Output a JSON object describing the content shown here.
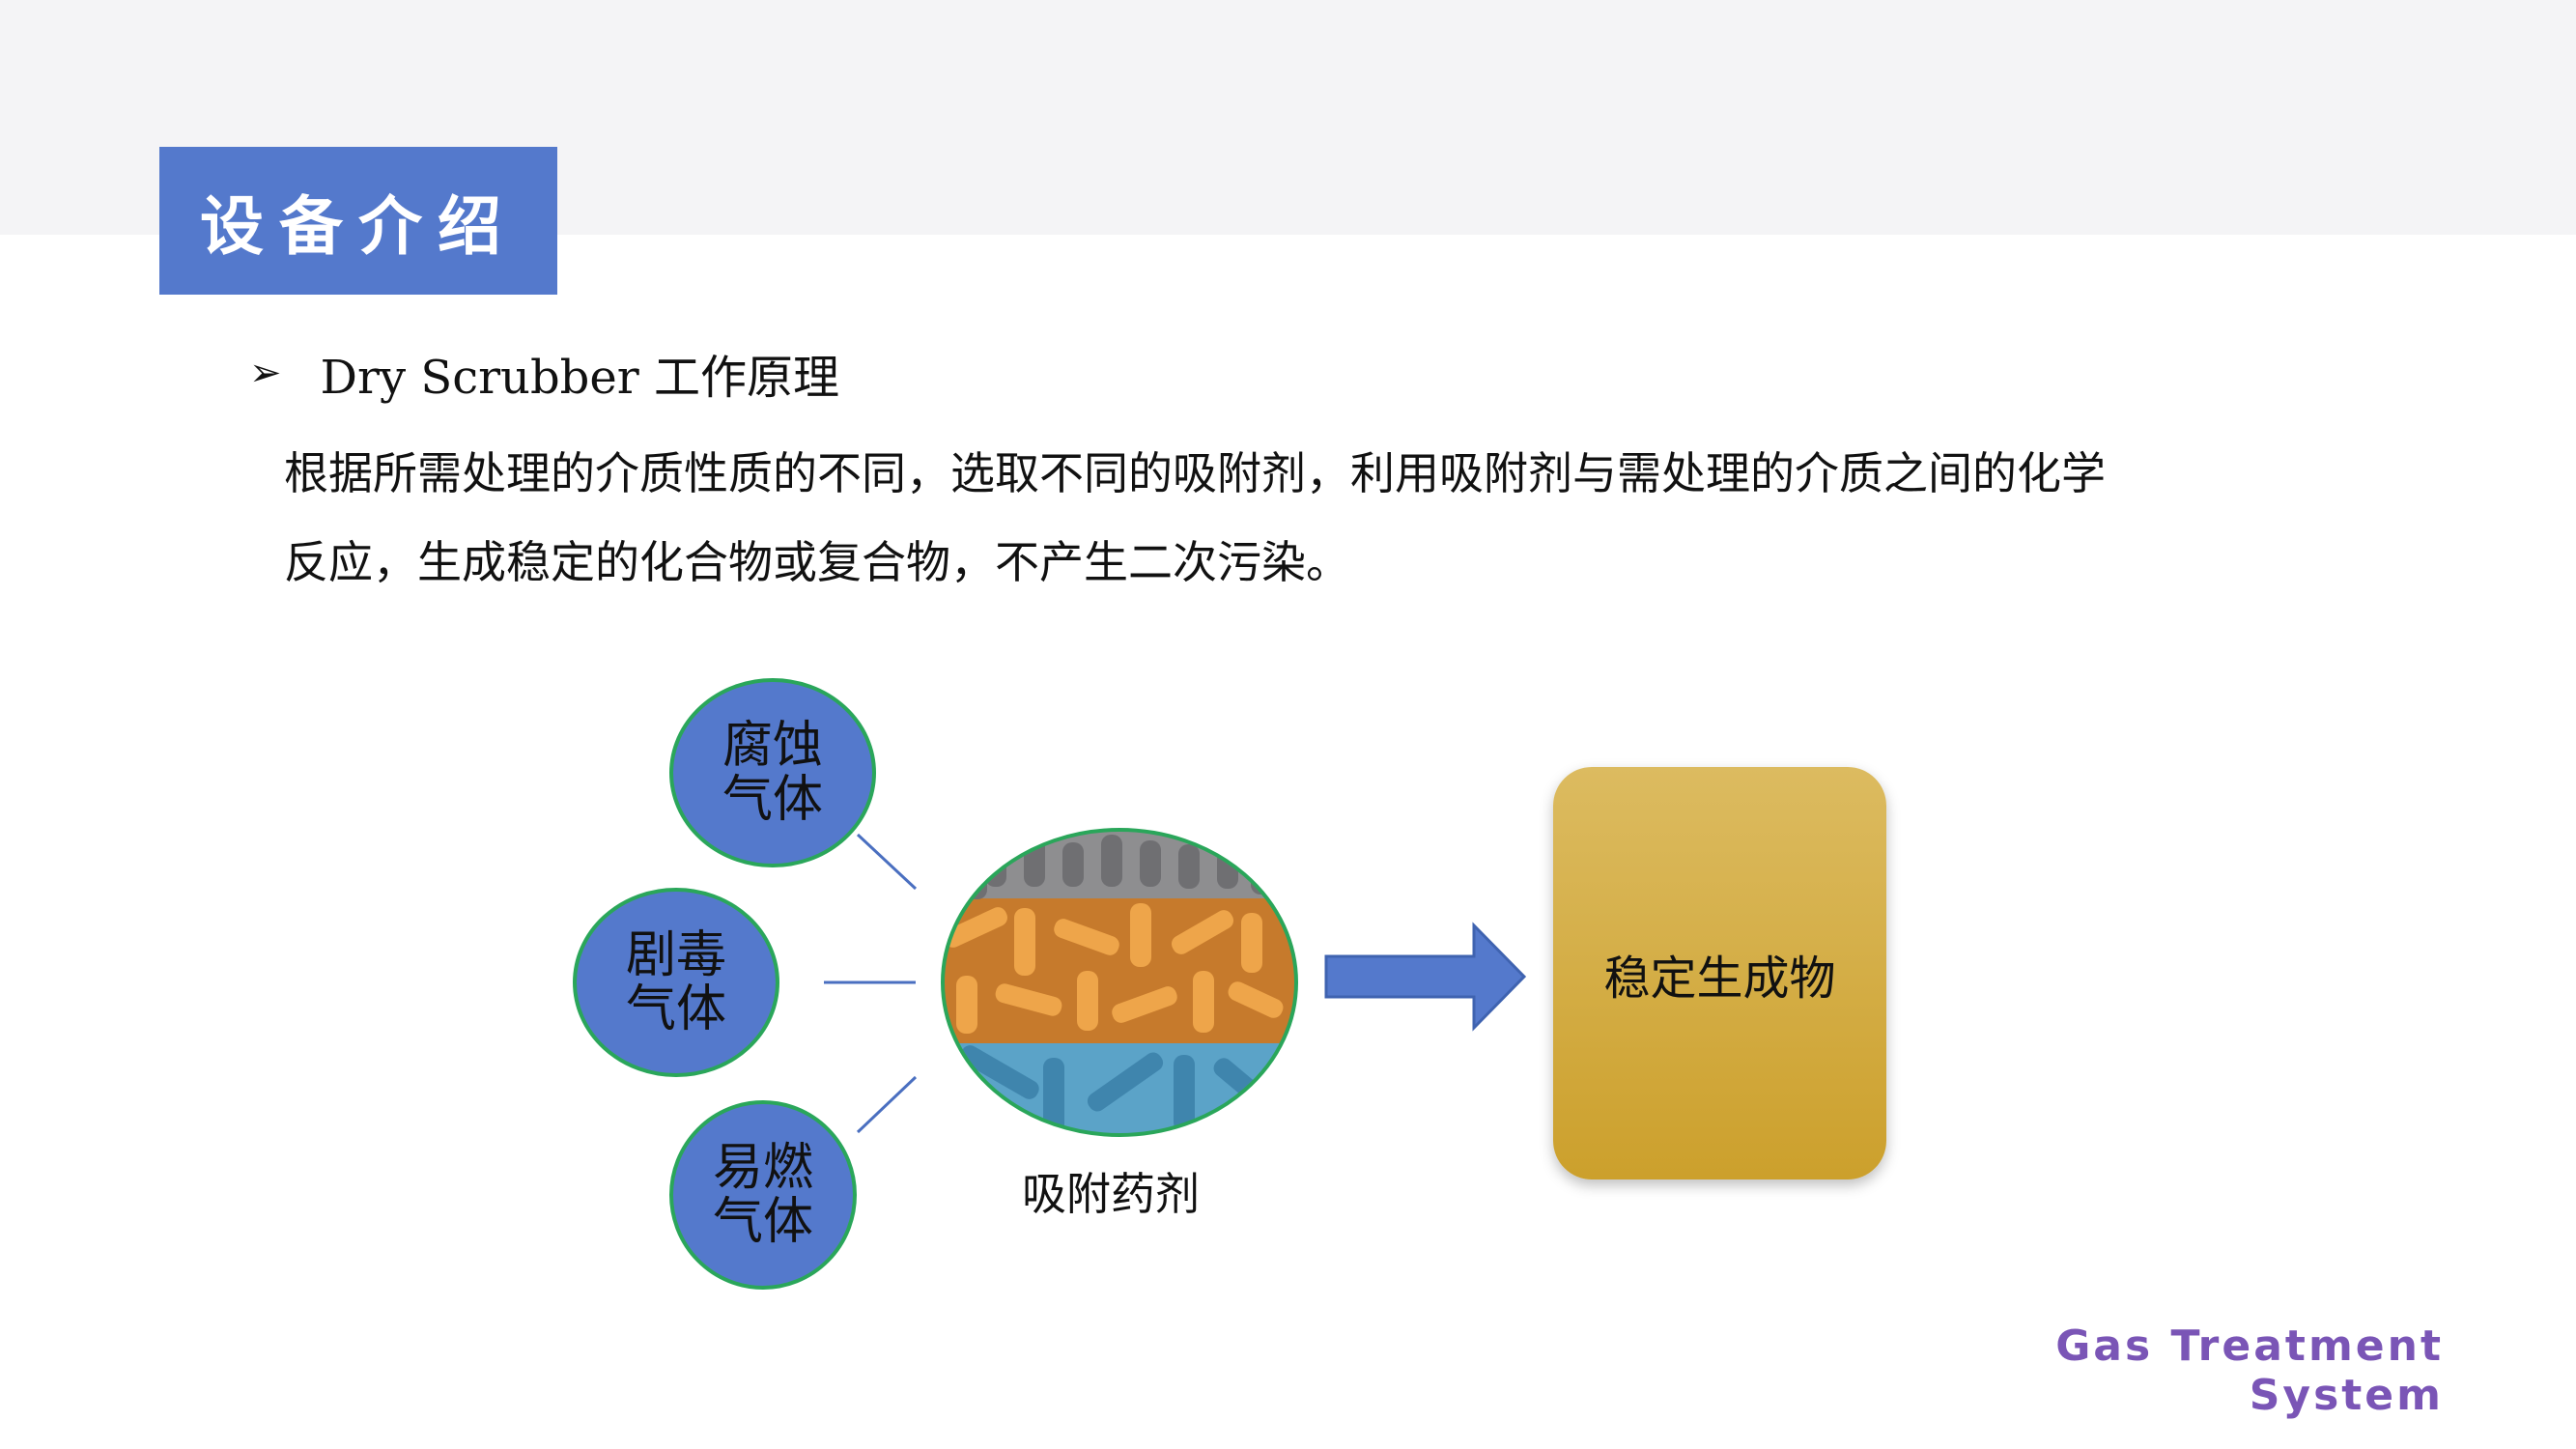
{
  "slide": {
    "title": "设备介绍",
    "heading": "Dry Scrubber 工作原理",
    "bullet_icon": "arrow-bullet-icon",
    "paragraph_line1": "根据所需处理的介质性质的不同，选取不同的吸附剂，利用吸附剂与需处理的介质之间的化学",
    "paragraph_line2": "反应，生成稳定的化合物或复合物，不产生二次污染。",
    "footer": "Gas Treatment System"
  },
  "diagram": {
    "gas_types": [
      {
        "line1": "腐蚀",
        "line2": "气体"
      },
      {
        "line1": "剧毒",
        "line2": "气体"
      },
      {
        "line1": "易燃",
        "line2": "气体"
      }
    ],
    "adsorbent_caption": "吸附药剂",
    "result_label": "稳定生成物",
    "colors": {
      "title_bg": "#5479cc",
      "circle_fill": "#5479cc",
      "circle_border": "#2aa65a",
      "arrow_fill": "#5479cc",
      "result_gold": "#d3ab3e",
      "footer_text": "#7a55b6",
      "pellet_gray": "#8e8e90",
      "pellet_orange": "#e2963a",
      "pellet_blue": "#5ba3c8"
    }
  }
}
